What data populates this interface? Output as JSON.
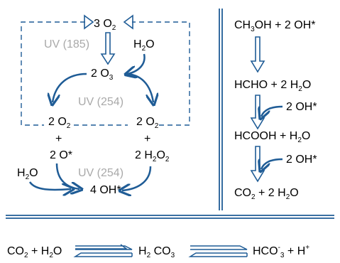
{
  "colors": {
    "accent": "#1f5c96",
    "text": "#000000",
    "uv_label": "#a9a9a9"
  },
  "left_cycle": {
    "top_species": {
      "main": "3 O",
      "sub": "2"
    },
    "uv_top": "UV (185)",
    "water_in": {
      "a": "H",
      "sub": "2",
      "b": "O"
    },
    "ozone": {
      "main": "2 O",
      "sub": "3"
    },
    "uv_mid": "UV (254)",
    "left_o2": {
      "main": "2 O",
      "sub": "2"
    },
    "right_o2": {
      "main": "2 O",
      "sub": "2"
    },
    "plus": "+",
    "atomic_o": "2 O*",
    "peroxide": {
      "a": "2 H",
      "sub": "2",
      "b": "O",
      "sub2": "2"
    },
    "water_left": {
      "a": "H",
      "sub": "2",
      "b": "O"
    },
    "uv_bottom": "UV (254)",
    "hydroxyl": "4 OH*"
  },
  "right_chain": {
    "step1": {
      "a": "CH",
      "sub": "3",
      "b": "OH + 2 OH*"
    },
    "step2": {
      "a": "HCHO + 2 H",
      "sub": "2",
      "b": "O"
    },
    "reagent2": "2 OH*",
    "step3": {
      "a": "HCOOH + H",
      "sub": "2",
      "b": "O"
    },
    "reagent3": "2 OH*",
    "step4": {
      "a": "CO",
      "sub": "2",
      "b": " + 2 H",
      "sub2": "2",
      "c": "O"
    }
  },
  "bottom_equilibrium": {
    "left": {
      "a": "CO",
      "sub": "2",
      "b": " + H",
      "sub2": "2",
      "c": "O"
    },
    "middle": {
      "a": "H",
      "sub": "2",
      "b": " CO",
      "sub2": "3"
    },
    "right": {
      "a": "HCO",
      "sup": "-",
      "sub": "3",
      "b": " + H",
      "sup2": "+"
    }
  }
}
